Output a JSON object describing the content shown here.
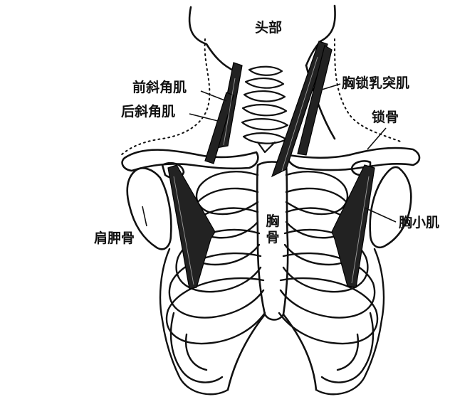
{
  "labels": {
    "head": "头部",
    "anterior_scalene": "前斜角肌",
    "posterior_scalene": "后斜角肌",
    "sternocleidomastoid": "胸锁乳突肌",
    "clavicle": "锁骨",
    "scapula": "肩胛骨",
    "sternum": "胸骨",
    "pectoralis_minor": "胸小肌"
  }
}
